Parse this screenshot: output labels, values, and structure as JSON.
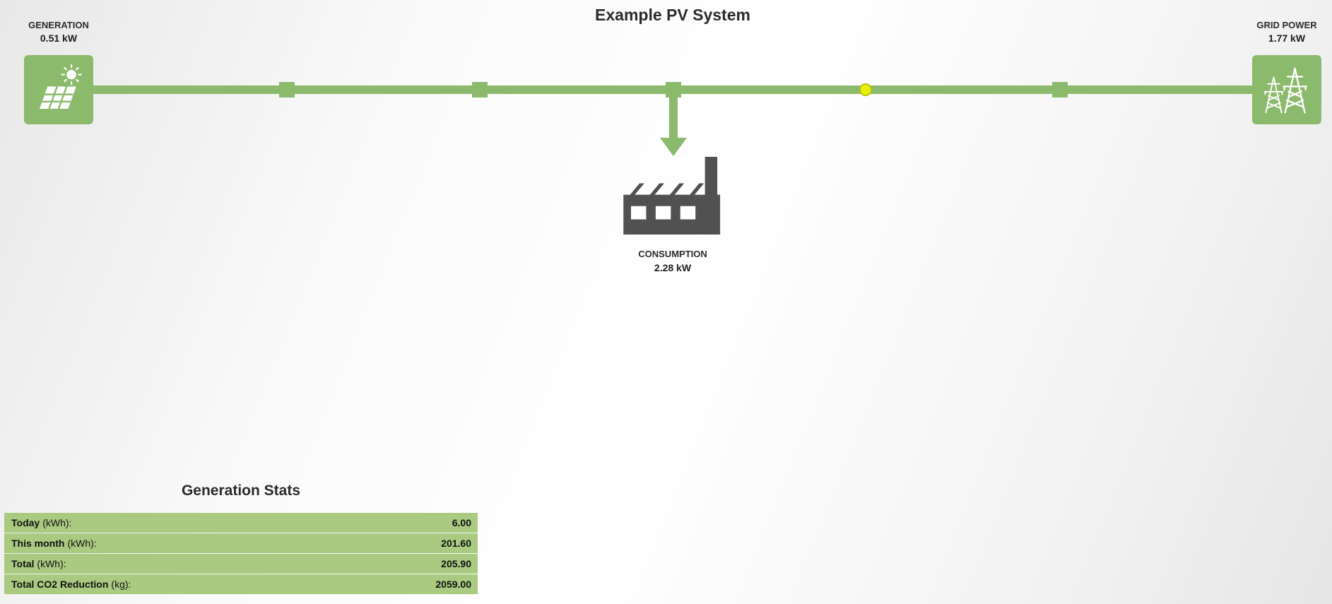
{
  "title": "Example PV System",
  "colors": {
    "green": "#8cba6c",
    "tablegreen": "#a9ca80",
    "factory": "#515151",
    "yellow": "#e9f00e"
  },
  "nodes": {
    "generation": {
      "label": "GENERATION",
      "value": "0.51 kW",
      "icon": "solar-panel-icon"
    },
    "grid": {
      "label": "GRID POWER",
      "value": "1.77 kW",
      "icon": "transmission-tower-icon"
    },
    "consumption": {
      "label": "CONSUMPTION",
      "value": "2.28 kW",
      "icon": "factory-icon"
    }
  },
  "stats": {
    "title": "Generation Stats",
    "rows": [
      {
        "label": "Today",
        "unit": "(kWh):",
        "value": "6.00"
      },
      {
        "label": "This month",
        "unit": "(kWh):",
        "value": "201.60"
      },
      {
        "label": "Total",
        "unit": "(kWh):",
        "value": "205.90"
      },
      {
        "label": "Total CO2 Reduction",
        "unit": "(kg):",
        "value": "2059.00"
      }
    ]
  }
}
